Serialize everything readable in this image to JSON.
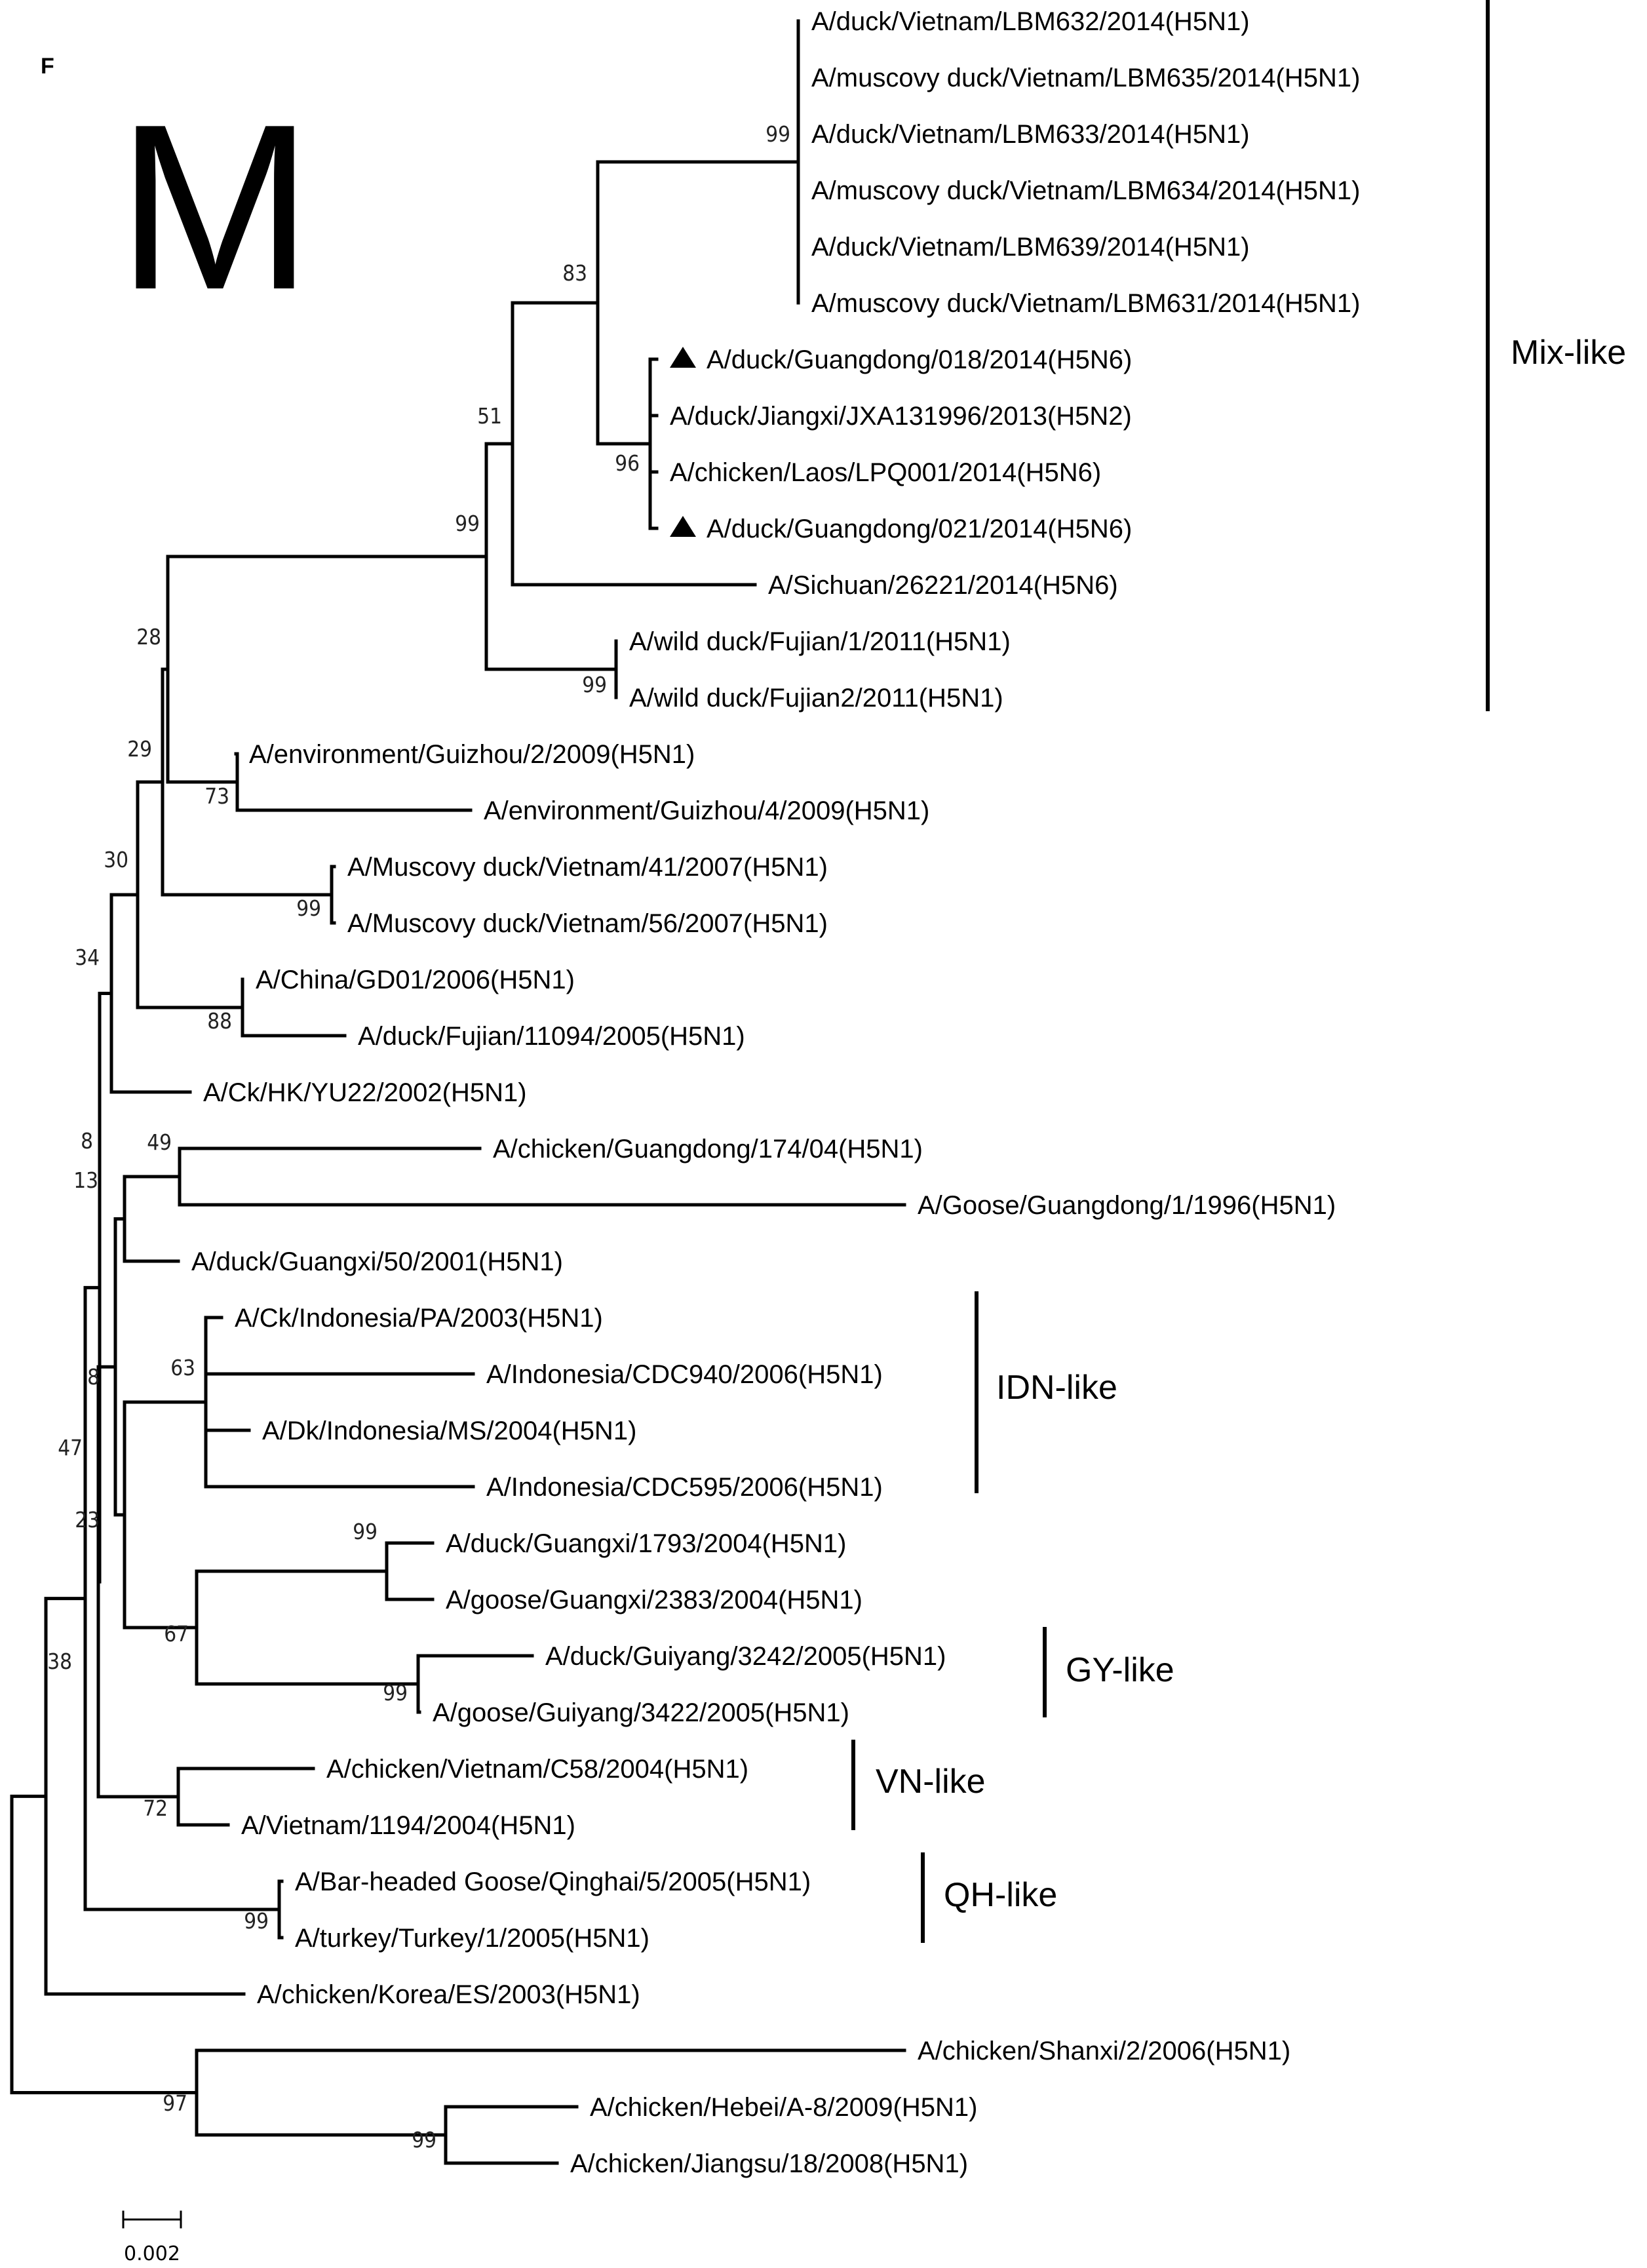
{
  "figure": {
    "panel_letter": "F",
    "segment_letter": "M",
    "scale_bar": "0.002"
  },
  "taxa": [
    {
      "id": "t1",
      "label": "A/duck/Vietnam/LBM632/2014(H5N1)",
      "marker": false
    },
    {
      "id": "t2",
      "label": "A/muscovy duck/Vietnam/LBM635/2014(H5N1)",
      "marker": false
    },
    {
      "id": "t3",
      "label": "A/duck/Vietnam/LBM633/2014(H5N1)",
      "marker": false
    },
    {
      "id": "t4",
      "label": "A/muscovy duck/Vietnam/LBM634/2014(H5N1)",
      "marker": false
    },
    {
      "id": "t5",
      "label": "A/duck/Vietnam/LBM639/2014(H5N1)",
      "marker": false
    },
    {
      "id": "t6",
      "label": "A/muscovy duck/Vietnam/LBM631/2014(H5N1)",
      "marker": false
    },
    {
      "id": "t7",
      "label": "A/duck/Guangdong/018/2014(H5N6)",
      "marker": true
    },
    {
      "id": "t8",
      "label": "A/duck/Jiangxi/JXA131996/2013(H5N2)",
      "marker": false
    },
    {
      "id": "t9",
      "label": "A/chicken/Laos/LPQ001/2014(H5N6)",
      "marker": false
    },
    {
      "id": "t10",
      "label": "A/duck/Guangdong/021/2014(H5N6)",
      "marker": true
    },
    {
      "id": "t11",
      "label": "A/Sichuan/26221/2014(H5N6)",
      "marker": false
    },
    {
      "id": "t12",
      "label": "A/wild duck/Fujian/1/2011(H5N1)",
      "marker": false
    },
    {
      "id": "t13",
      "label": "A/wild duck/Fujian2/2011(H5N1)",
      "marker": false
    },
    {
      "id": "t14",
      "label": "A/environment/Guizhou/2/2009(H5N1)",
      "marker": false
    },
    {
      "id": "t15",
      "label": "A/environment/Guizhou/4/2009(H5N1)",
      "marker": false
    },
    {
      "id": "t16",
      "label": "A/Muscovy duck/Vietnam/41/2007(H5N1)",
      "marker": false
    },
    {
      "id": "t17",
      "label": "A/Muscovy duck/Vietnam/56/2007(H5N1)",
      "marker": false
    },
    {
      "id": "t18",
      "label": "A/China/GD01/2006(H5N1)",
      "marker": false
    },
    {
      "id": "t19",
      "label": "A/duck/Fujian/11094/2005(H5N1)",
      "marker": false
    },
    {
      "id": "t20",
      "label": "A/Ck/HK/YU22/2002(H5N1)",
      "marker": false
    },
    {
      "id": "t21",
      "label": "A/chicken/Guangdong/174/04(H5N1)",
      "marker": false
    },
    {
      "id": "t22",
      "label": "A/Goose/Guangdong/1/1996(H5N1)",
      "marker": false
    },
    {
      "id": "t23",
      "label": "A/duck/Guangxi/50/2001(H5N1)",
      "marker": false
    },
    {
      "id": "t24",
      "label": "A/Ck/Indonesia/PA/2003(H5N1)",
      "marker": false
    },
    {
      "id": "t25",
      "label": "A/Indonesia/CDC940/2006(H5N1)",
      "marker": false
    },
    {
      "id": "t26",
      "label": "A/Dk/Indonesia/MS/2004(H5N1)",
      "marker": false
    },
    {
      "id": "t27",
      "label": "A/Indonesia/CDC595/2006(H5N1)",
      "marker": false
    },
    {
      "id": "t28",
      "label": "A/duck/Guangxi/1793/2004(H5N1)",
      "marker": false
    },
    {
      "id": "t29",
      "label": "A/goose/Guangxi/2383/2004(H5N1)",
      "marker": false
    },
    {
      "id": "t30",
      "label": "A/duck/Guiyang/3242/2005(H5N1)",
      "marker": false
    },
    {
      "id": "t31",
      "label": "A/goose/Guiyang/3422/2005(H5N1)",
      "marker": false
    },
    {
      "id": "t32",
      "label": "A/chicken/Vietnam/C58/2004(H5N1)",
      "marker": false
    },
    {
      "id": "t33",
      "label": "A/Vietnam/1194/2004(H5N1)",
      "marker": false
    },
    {
      "id": "t34",
      "label": "A/Bar-headed Goose/Qinghai/5/2005(H5N1)",
      "marker": false
    },
    {
      "id": "t35",
      "label": "A/turkey/Turkey/1/2005(H5N1)",
      "marker": false
    },
    {
      "id": "t36",
      "label": "A/chicken/Korea/ES/2003(H5N1)",
      "marker": false
    },
    {
      "id": "t37",
      "label": "A/chicken/Shanxi/2/2006(H5N1)",
      "marker": false
    },
    {
      "id": "t38",
      "label": "A/chicken/Hebei/A-8/2009(H5N1)",
      "marker": false
    },
    {
      "id": "t39",
      "label": "A/chicken/Jiangsu/18/2008(H5N1)",
      "marker": false
    }
  ],
  "bootstrap_values": [
    "99",
    "96",
    "83",
    "51",
    "99",
    "99",
    "28",
    "73",
    "29",
    "99",
    "88",
    "30",
    "34",
    "49",
    "13",
    "8",
    "63",
    "99",
    "99",
    "67",
    "23",
    "8",
    "72",
    "47",
    "99",
    "38",
    "99",
    "97"
  ],
  "clades": [
    {
      "id": "mix",
      "label": "Mix-like"
    },
    {
      "id": "idn",
      "label": "IDN-like"
    },
    {
      "id": "gy",
      "label": "GY-like"
    },
    {
      "id": "vn",
      "label": "VN-like"
    },
    {
      "id": "qh",
      "label": "QH-like"
    }
  ]
}
